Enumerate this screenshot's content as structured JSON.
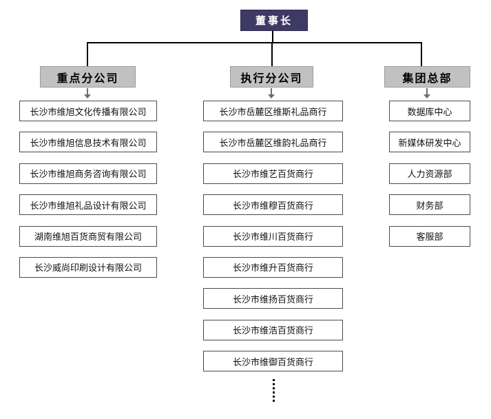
{
  "root": {
    "label": "董事长"
  },
  "branches": [
    {
      "label": "重点分公司",
      "children": [
        "长沙市维旭文化传播有限公司",
        "长沙市维旭信息技术有限公司",
        "长沙市维旭商务咨询有限公司",
        "长沙市维旭礼品设计有限公司",
        "湖南维旭百货商贸有限公司",
        "长沙威尚印刷设计有限公司"
      ]
    },
    {
      "label": "执行分公司",
      "children": [
        "长沙市岳麓区维斯礼品商行",
        "长沙市岳麓区维韵礼品商行",
        "长沙市维艺百货商行",
        "长沙市维穆百货商行",
        "长沙市维川百货商行",
        "长沙市维升百货商行",
        "长沙市维扬百货商行",
        "长沙市维浩百货商行",
        "长沙市维御百货商行"
      ],
      "more_indicator": "vertical-ellipsis"
    },
    {
      "label": "集团总部",
      "children": [
        "数据库中心",
        "新媒体研发中心",
        "人力资源部",
        "财务部",
        "客服部"
      ]
    }
  ],
  "colors": {
    "root_box_bg": "#3E3A65",
    "root_box_text": "#FFFFFF",
    "branch_header_bg": "#C1C1C1",
    "branch_header_text": "#000000",
    "node_bg": "#FFFFFF",
    "node_border": "#4A4A4A",
    "connector_line": "#000000",
    "arrow": "#6E6E6E",
    "ellipsis_dots": "#000000"
  },
  "icons": {
    "arrow_down": "arrow-down-icon",
    "more_items": "vertical-ellipsis-icon"
  }
}
